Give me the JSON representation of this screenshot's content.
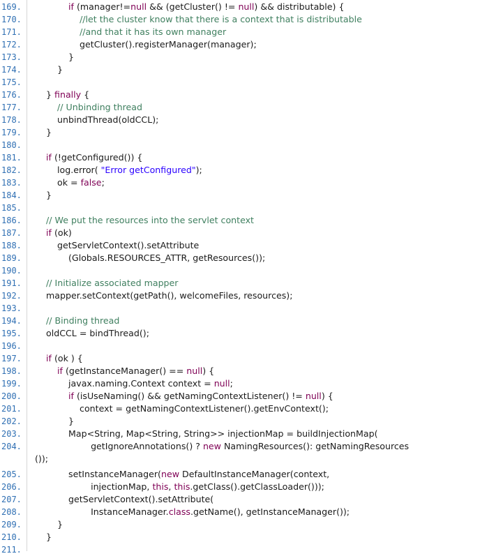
{
  "code_view": {
    "lines": [
      {
        "number": "169.",
        "segments": [
          {
            "t": "            ",
            "k": "p"
          },
          {
            "t": "if",
            "k": "kw"
          },
          {
            "t": " (manager!=",
            "k": "p"
          },
          {
            "t": "null",
            "k": "kw"
          },
          {
            "t": " && (getCluster() != ",
            "k": "p"
          },
          {
            "t": "null",
            "k": "kw"
          },
          {
            "t": ") && distributable) {",
            "k": "p"
          }
        ]
      },
      {
        "number": "170.",
        "segments": [
          {
            "t": "                ",
            "k": "p"
          },
          {
            "t": "//let the cluster know that there is a context that is distributable",
            "k": "cm"
          }
        ]
      },
      {
        "number": "171.",
        "segments": [
          {
            "t": "                ",
            "k": "p"
          },
          {
            "t": "//and that it has its own manager",
            "k": "cm"
          }
        ]
      },
      {
        "number": "172.",
        "segments": [
          {
            "t": "                getCluster().registerManager(manager);",
            "k": "p"
          }
        ]
      },
      {
        "number": "173.",
        "segments": [
          {
            "t": "            }",
            "k": "p"
          }
        ]
      },
      {
        "number": "174.",
        "segments": [
          {
            "t": "        }",
            "k": "p"
          }
        ]
      },
      {
        "number": "175.",
        "segments": []
      },
      {
        "number": "176.",
        "segments": [
          {
            "t": "    } ",
            "k": "p"
          },
          {
            "t": "finally",
            "k": "kw"
          },
          {
            "t": " {",
            "k": "p"
          }
        ]
      },
      {
        "number": "177.",
        "segments": [
          {
            "t": "        ",
            "k": "p"
          },
          {
            "t": "// Unbinding thread",
            "k": "cm"
          }
        ]
      },
      {
        "number": "178.",
        "segments": [
          {
            "t": "        unbindThread(oldCCL);",
            "k": "p"
          }
        ]
      },
      {
        "number": "179.",
        "segments": [
          {
            "t": "    }",
            "k": "p"
          }
        ]
      },
      {
        "number": "180.",
        "segments": []
      },
      {
        "number": "181.",
        "segments": [
          {
            "t": "    ",
            "k": "p"
          },
          {
            "t": "if",
            "k": "kw"
          },
          {
            "t": " (!getConfigured()) {",
            "k": "p"
          }
        ]
      },
      {
        "number": "182.",
        "segments": [
          {
            "t": "        log.error( ",
            "k": "p"
          },
          {
            "t": "\"Error getConfigured\"",
            "k": "str"
          },
          {
            "t": ");",
            "k": "p"
          }
        ]
      },
      {
        "number": "183.",
        "segments": [
          {
            "t": "        ok = ",
            "k": "p"
          },
          {
            "t": "false",
            "k": "kw"
          },
          {
            "t": ";",
            "k": "p"
          }
        ]
      },
      {
        "number": "184.",
        "segments": [
          {
            "t": "    }",
            "k": "p"
          }
        ]
      },
      {
        "number": "185.",
        "segments": []
      },
      {
        "number": "186.",
        "segments": [
          {
            "t": "    ",
            "k": "p"
          },
          {
            "t": "// We put the resources into the servlet context",
            "k": "cm"
          }
        ]
      },
      {
        "number": "187.",
        "segments": [
          {
            "t": "    ",
            "k": "p"
          },
          {
            "t": "if",
            "k": "kw"
          },
          {
            "t": " (ok)",
            "k": "p"
          }
        ]
      },
      {
        "number": "188.",
        "segments": [
          {
            "t": "        getServletContext().setAttribute",
            "k": "p"
          }
        ]
      },
      {
        "number": "189.",
        "segments": [
          {
            "t": "            (Globals.RESOURCES_ATTR, getResources());",
            "k": "p"
          }
        ]
      },
      {
        "number": "190.",
        "segments": []
      },
      {
        "number": "191.",
        "segments": [
          {
            "t": "    ",
            "k": "p"
          },
          {
            "t": "// Initialize associated mapper",
            "k": "cm"
          }
        ]
      },
      {
        "number": "192.",
        "segments": [
          {
            "t": "    mapper.setContext(getPath(), welcomeFiles, resources);",
            "k": "p"
          }
        ]
      },
      {
        "number": "193.",
        "segments": []
      },
      {
        "number": "194.",
        "segments": [
          {
            "t": "    ",
            "k": "p"
          },
          {
            "t": "// Binding thread",
            "k": "cm"
          }
        ]
      },
      {
        "number": "195.",
        "segments": [
          {
            "t": "    oldCCL = bindThread();",
            "k": "p"
          }
        ]
      },
      {
        "number": "196.",
        "segments": []
      },
      {
        "number": "197.",
        "segments": [
          {
            "t": "    ",
            "k": "p"
          },
          {
            "t": "if",
            "k": "kw"
          },
          {
            "t": " (ok ) {",
            "k": "p"
          }
        ]
      },
      {
        "number": "198.",
        "segments": [
          {
            "t": "        ",
            "k": "p"
          },
          {
            "t": "if",
            "k": "kw"
          },
          {
            "t": " (getInstanceManager() == ",
            "k": "p"
          },
          {
            "t": "null",
            "k": "kw"
          },
          {
            "t": ") {",
            "k": "p"
          }
        ]
      },
      {
        "number": "199.",
        "segments": [
          {
            "t": "            javax.naming.Context context = ",
            "k": "p"
          },
          {
            "t": "null",
            "k": "kw"
          },
          {
            "t": ";",
            "k": "p"
          }
        ]
      },
      {
        "number": "200.",
        "segments": [
          {
            "t": "            ",
            "k": "p"
          },
          {
            "t": "if",
            "k": "kw"
          },
          {
            "t": " (isUseNaming() && getNamingContextListener() != ",
            "k": "p"
          },
          {
            "t": "null",
            "k": "kw"
          },
          {
            "t": ") {",
            "k": "p"
          }
        ]
      },
      {
        "number": "201.",
        "segments": [
          {
            "t": "                context = getNamingContextListener().getEnvContext();",
            "k": "p"
          }
        ]
      },
      {
        "number": "202.",
        "segments": [
          {
            "t": "            }",
            "k": "p"
          }
        ]
      },
      {
        "number": "203.",
        "segments": [
          {
            "t": "            Map<String, Map<String, String>> injectionMap = buildInjectionMap(",
            "k": "p"
          }
        ]
      },
      {
        "number": "204.",
        "segments": [
          {
            "t": "                    getIgnoreAnnotations() ? ",
            "k": "p"
          },
          {
            "t": "new",
            "k": "kw"
          },
          {
            "t": " NamingResources(): getNamingResources",
            "k": "p"
          }
        ]
      },
      {
        "number": "",
        "segments": [
          {
            "t": "());",
            "k": "p"
          }
        ]
      },
      {
        "number": "205.",
        "segments": [
          {
            "t": "            setInstanceManager(",
            "k": "p"
          },
          {
            "t": "new",
            "k": "kw"
          },
          {
            "t": " DefaultInstanceManager(context,",
            "k": "p"
          }
        ]
      },
      {
        "number": "206.",
        "segments": [
          {
            "t": "                    injectionMap, ",
            "k": "p"
          },
          {
            "t": "this",
            "k": "kw"
          },
          {
            "t": ", ",
            "k": "p"
          },
          {
            "t": "this",
            "k": "kw"
          },
          {
            "t": ".getClass().getClassLoader()));",
            "k": "p"
          }
        ]
      },
      {
        "number": "207.",
        "segments": [
          {
            "t": "            getServletContext().setAttribute(",
            "k": "p"
          }
        ]
      },
      {
        "number": "208.",
        "segments": [
          {
            "t": "                    InstanceManager.",
            "k": "p"
          },
          {
            "t": "class",
            "k": "kw"
          },
          {
            "t": ".getName(), getInstanceManager());",
            "k": "p"
          }
        ]
      },
      {
        "number": "209.",
        "segments": [
          {
            "t": "        }",
            "k": "p"
          }
        ]
      },
      {
        "number": "210.",
        "segments": [
          {
            "t": "    }",
            "k": "p"
          }
        ]
      },
      {
        "number": "211.",
        "segments": []
      }
    ]
  },
  "colors": {
    "line_number": "#2f6fb3",
    "keyword": "#7f0055",
    "comment": "#3f7f5f",
    "string": "#2a00ff",
    "text": "#1a1a1a",
    "gutter_border": "#d6d6d6"
  }
}
